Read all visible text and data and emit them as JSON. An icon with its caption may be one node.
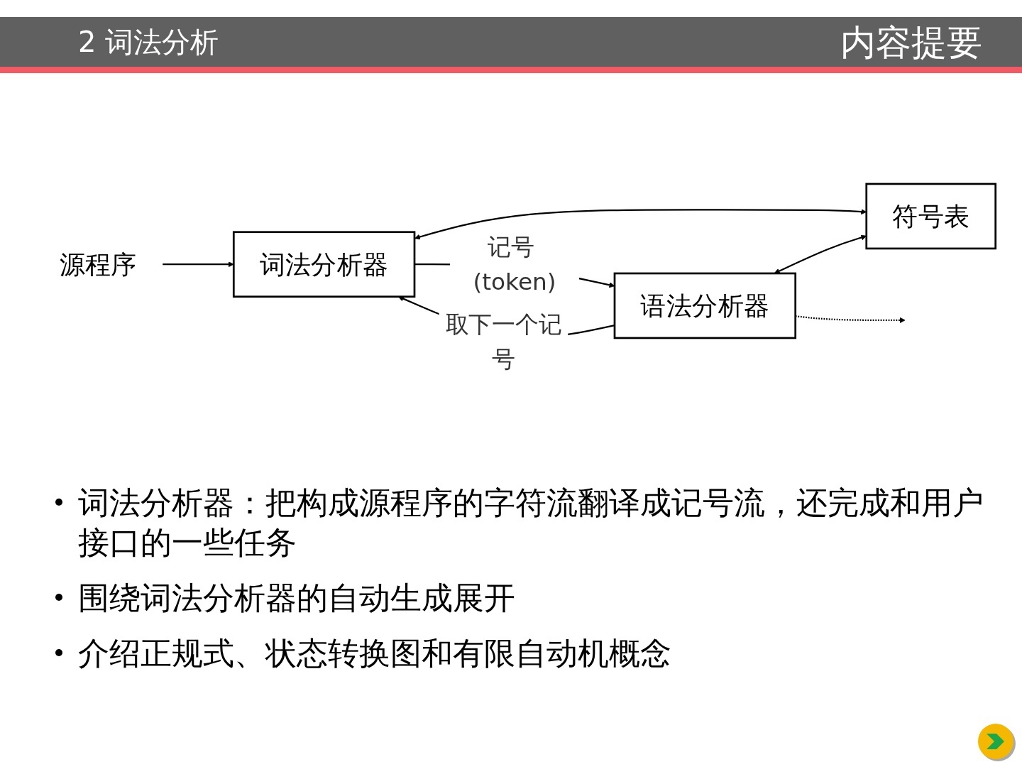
{
  "diagram": {
    "title": "内容提要",
    "nodes": [
      {
        "text": [
          "源程序"
        ]
      },
      {
        "text": [
          "词法分析器"
        ]
      },
      {
        "text": [
          "语法分析器"
        ]
      },
      {
        "text": [
          "符号表"
        ]
      }
    ],
    "edges": [
      {
        "from": 0,
        "to": 1,
        "arrow": "to"
      },
      {
        "from": 1,
        "to": 2,
        "arrow": "to",
        "label": "记号 (token)"
      },
      {
        "from": 2,
        "to": 1,
        "arrow": "to",
        "label": "取下一个记号"
      },
      {
        "from": 1,
        "to": 3,
        "arrow": "both"
      },
      {
        "from": 2,
        "to": 3,
        "arrow": "both"
      },
      {
        "from": 2,
        "to": null,
        "arrow": "to",
        "style": "dashed"
      }
    ],
    "labels": [
      "2 词法分析",
      "词法分析器：把构成源程序的字符流翻译成记号流，还完成和用户接口的一些任务",
      "围绕词法分析器的自动生成展开",
      "介绍正规式、状态转换图和有限自动机概念"
    ]
  }
}
